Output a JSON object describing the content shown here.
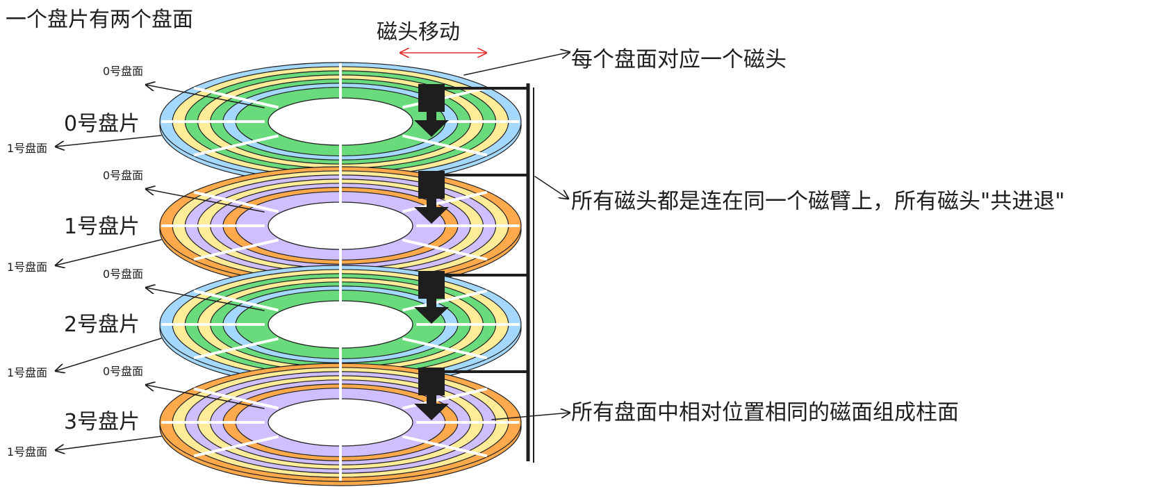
{
  "title": "一个盘片有两个盘面",
  "head_move": {
    "label": "磁头移动",
    "arrow_color": "#e03131"
  },
  "annotations": {
    "per_surface_head": "每个盘面对应一个磁头",
    "arm": "所有磁头都是连在同一个磁臂上，所有磁头\"共进退\"",
    "cylinder": "所有盘面中相对位置相同的磁面组成柱面"
  },
  "colors": {
    "blue": "#a5d8ff",
    "yellow": "#ffec99",
    "green": "#69db7c",
    "orange": "#ffa94d",
    "purple": "#d0bfff",
    "ink": "#1e1e1e",
    "head": "#1e1e1e"
  },
  "platters": [
    {
      "label": "0号盘片",
      "top_surface": "0号盘面",
      "bottom_surface": "1号盘面",
      "rings": [
        "blue",
        "yellow",
        "green"
      ]
    },
    {
      "label": "1号盘片",
      "top_surface": "0号盘面",
      "bottom_surface": "1号盘面",
      "rings": [
        "orange",
        "yellow",
        "purple"
      ]
    },
    {
      "label": "2号盘片",
      "top_surface": "0号盘面",
      "bottom_surface": "1号盘面",
      "rings": [
        "blue",
        "yellow",
        "green"
      ]
    },
    {
      "label": "3号盘片",
      "top_surface": "0号盘面",
      "bottom_surface": "1号盘面",
      "rings": [
        "orange",
        "yellow",
        "purple"
      ]
    }
  ]
}
